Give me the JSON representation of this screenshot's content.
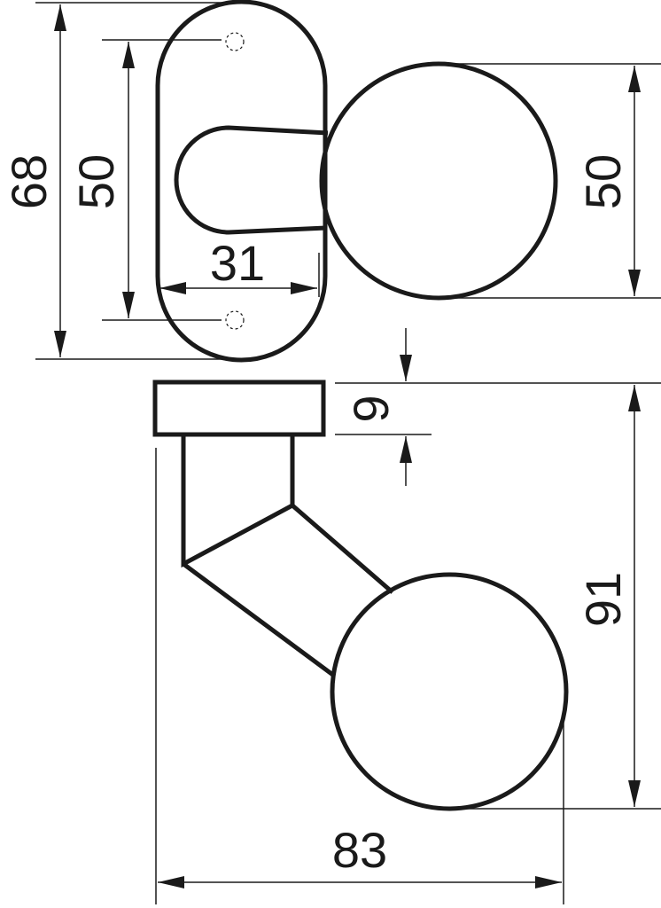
{
  "drawing": {
    "dimensions": {
      "escutcheon_height": "68",
      "screw_spacing": "50",
      "escutcheon_width": "31",
      "knob_diameter": "50",
      "rosette_thickness": "9",
      "total_projection": "91",
      "total_length": "83"
    },
    "colors": {
      "line": "#1a1a1a",
      "background": "#ffffff"
    }
  }
}
